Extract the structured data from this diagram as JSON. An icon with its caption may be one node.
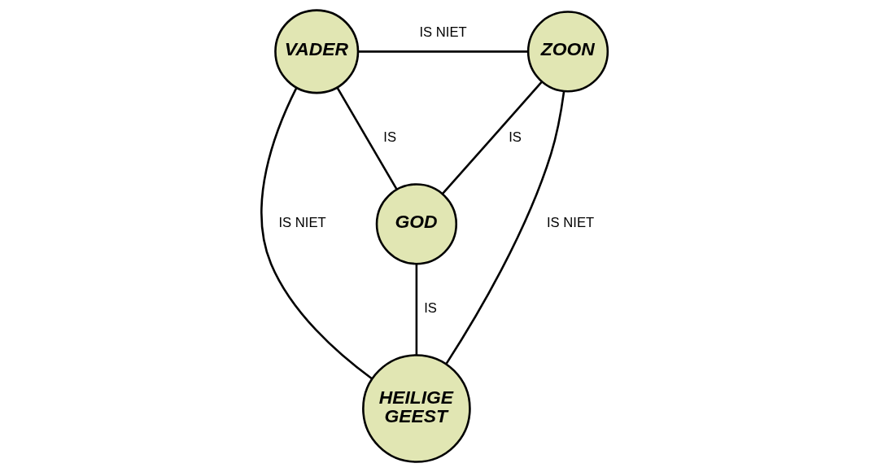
{
  "diagram": {
    "nodes": [
      {
        "text": [
          "VADER"
        ]
      },
      {
        "text": [
          "ZOON"
        ]
      },
      {
        "text": [
          "GOD"
        ]
      },
      {
        "text": [
          "HEILIGE GEEST"
        ]
      }
    ],
    "edges": [
      {
        "from": 0,
        "to": 1,
        "arrow": "none",
        "label": "IS NIET"
      },
      {
        "from": 0,
        "to": 2,
        "arrow": "none",
        "label": "IS"
      },
      {
        "from": 1,
        "to": 2,
        "arrow": "none",
        "label": "IS"
      },
      {
        "from": 2,
        "to": 3,
        "arrow": "none",
        "label": "IS"
      },
      {
        "from": 0,
        "to": 3,
        "arrow": "none",
        "label": "IS NIET"
      },
      {
        "from": 1,
        "to": 3,
        "arrow": "none",
        "label": "IS NIET"
      }
    ]
  }
}
